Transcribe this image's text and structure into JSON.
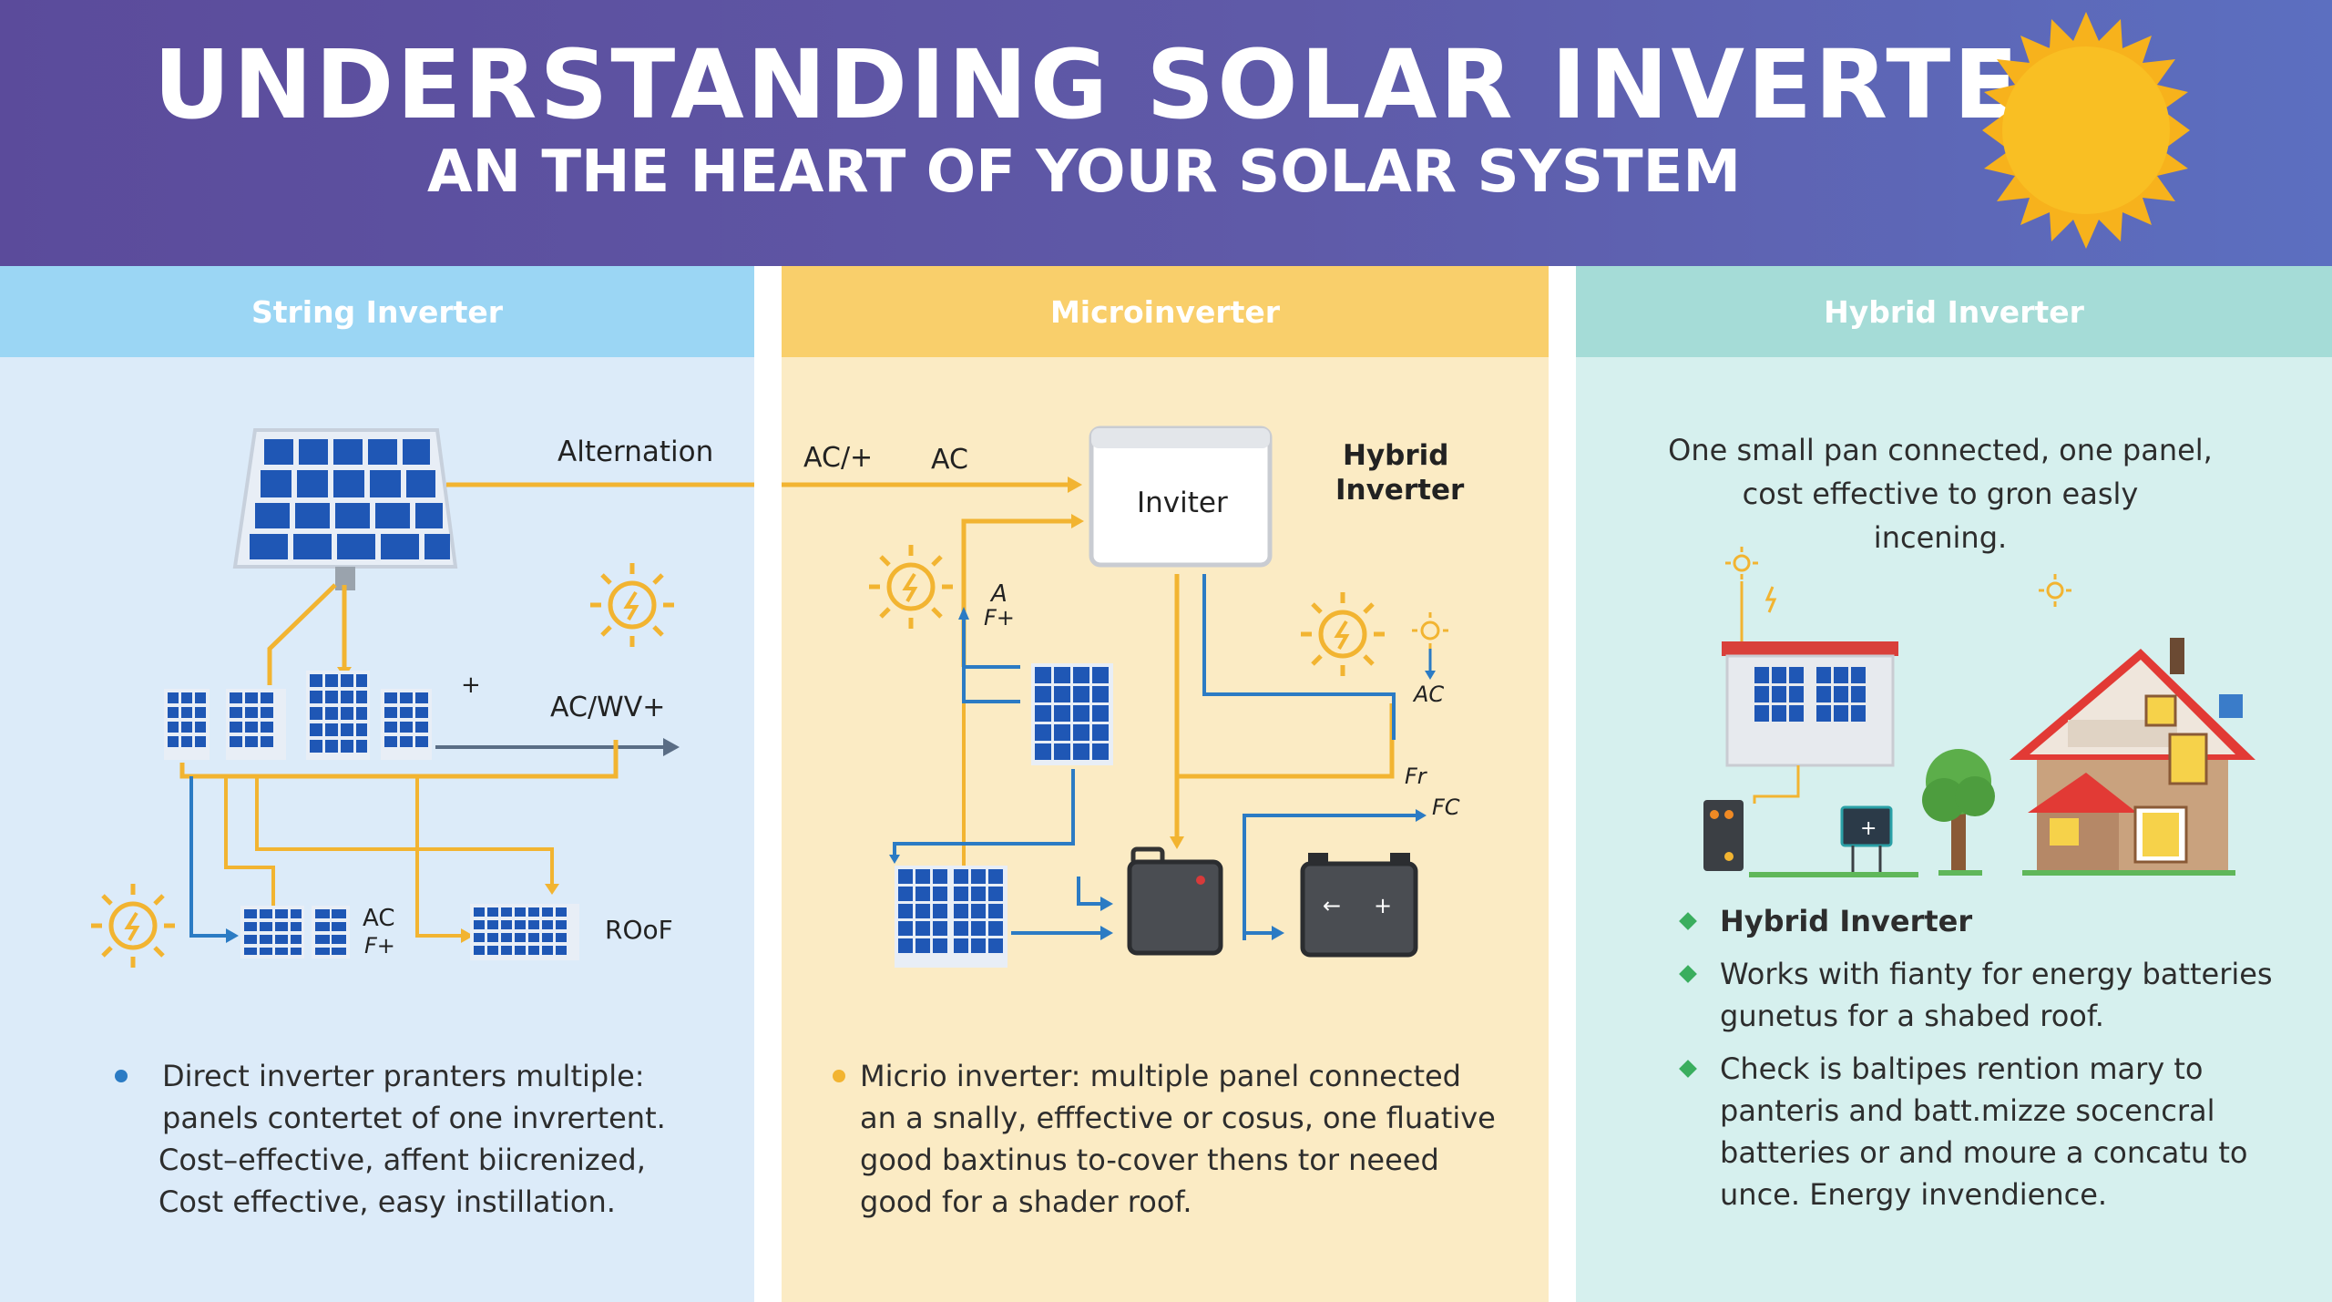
{
  "header": {
    "title": "UNDERSTANDING SOLAR INVERTER",
    "subtitle": "AN THE  HEART OF YOUR SOLAR SYSTEM"
  },
  "colors": {
    "header_bg": "#5b4b9b",
    "string_col_bg": "#dcebf9",
    "micro_col_bg": "#fbebc4",
    "hybrid_col_bg": "#d6f0ee",
    "solar_panel": "#1f57b5",
    "dc_line": "#f2b431",
    "ac_line": "#2b7bc4",
    "sun": "#f7b21c"
  },
  "columns": {
    "string": {
      "heading": "String Inverter",
      "labels": {
        "alternation": "Alternation",
        "plus": "+",
        "ac_wv": "AC/WV+",
        "ac": "AC",
        "f_plus": "F+",
        "roof": "ROoF"
      },
      "bullet": [
        "Direct inverter pranters multiple:",
        "panels contertet of one invrertent.",
        "Cost–effective, affent biicrenized,",
        "Cost effective, easy instillation."
      ]
    },
    "micro": {
      "heading": "Microinverter",
      "labels": {
        "ac_plus": "AC/+",
        "ac": "AC",
        "inverter": "Inviter",
        "hybrid_line1": "Hybrid",
        "hybrid_line2": "Inverter",
        "a": "A",
        "f_plus": "F+",
        "ac_small": "AC",
        "fr": "Fr",
        "fc": "FC"
      },
      "bullet": [
        "Micrio inverter: multiple panel connected",
        "an a snally, efffective or cosus, one fluative",
        "good baxtinus to-cover thens tor neeed",
        "good for a shader roof."
      ]
    },
    "hybrid": {
      "heading": "Hybrid Inverter",
      "intro": [
        "One small pan connected, one panel,",
        "cost effective to gron easly",
        "incening."
      ],
      "bullets": [
        {
          "text": [
            "Hybrid Inverter"
          ],
          "bold": true
        },
        {
          "text": [
            "Works with fianty for energy batteries",
            "gunetus for a shabed roof."
          ],
          "bold": false
        },
        {
          "text": [
            "Check is baltipes rention mary to",
            "panteris and batt.mizze socencral",
            "batteries or and moure a concatu to",
            "unce. Energy invendience."
          ],
          "bold": false
        }
      ]
    }
  }
}
